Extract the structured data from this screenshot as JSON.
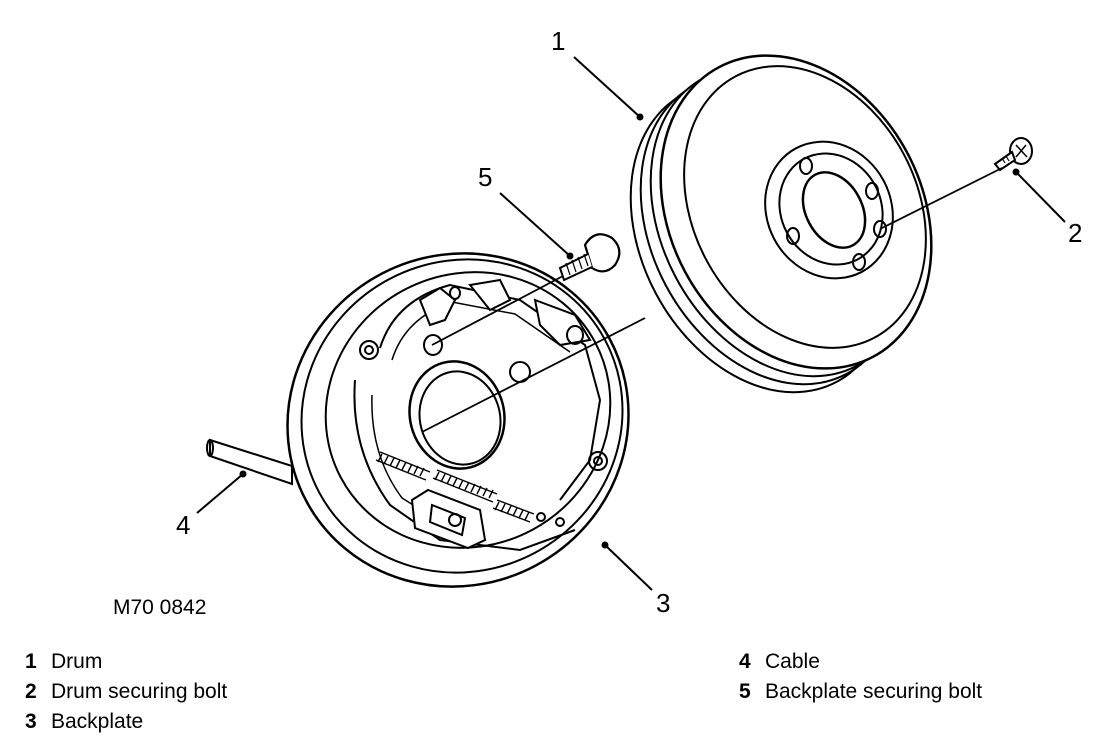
{
  "figure_ref": "M70 0842",
  "callouts": [
    "1",
    "2",
    "3",
    "4",
    "5"
  ],
  "legend": [
    {
      "num": "1",
      "label": "Drum"
    },
    {
      "num": "2",
      "label": "Drum securing bolt"
    },
    {
      "num": "3",
      "label": "Backplate"
    },
    {
      "num": "4",
      "label": "Cable"
    },
    {
      "num": "5",
      "label": "Backplate securing bolt"
    }
  ]
}
